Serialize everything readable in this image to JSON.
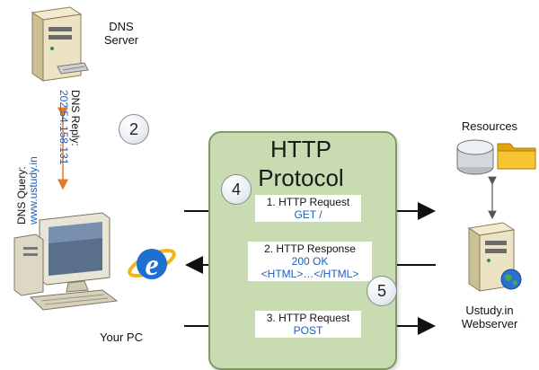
{
  "dns_server": {
    "label_line1": "DNS",
    "label_line2": "Server"
  },
  "dns_reply": {
    "label": "DNS Reply:",
    "ip": "202.54.158.131"
  },
  "dns_query": {
    "label": "DNS Query:",
    "domain": "www.ustudy.in"
  },
  "protocol": {
    "title_line1": "HTTP",
    "title_line2": "Protocol"
  },
  "steps": [
    "2",
    "4",
    "5"
  ],
  "messages": {
    "request1": {
      "title": "1. HTTP Request",
      "detail": "GET /"
    },
    "response": {
      "title": "2. HTTP Response",
      "status": "200 OK",
      "body": "<HTML>…</HTML>"
    },
    "request2": {
      "title": "3. HTTP Request",
      "detail": "POST"
    }
  },
  "pc": {
    "label": "Your PC"
  },
  "resources": {
    "label": "Resources"
  },
  "webserver": {
    "label_line1": "Ustudy.in",
    "label_line2": "Webserver"
  },
  "colors": {
    "protocol_fill": "#c9dbb1",
    "arrow": "#111111",
    "dns_arrow": "#e07a2a",
    "link_blue": "#1f5fb8",
    "folder": "#f2b51c"
  },
  "icons": [
    "dns-server-icon",
    "desktop-pc-icon",
    "internet-explorer-icon",
    "database-icon",
    "folder-icon",
    "webserver-icon",
    "globe-icon"
  ]
}
